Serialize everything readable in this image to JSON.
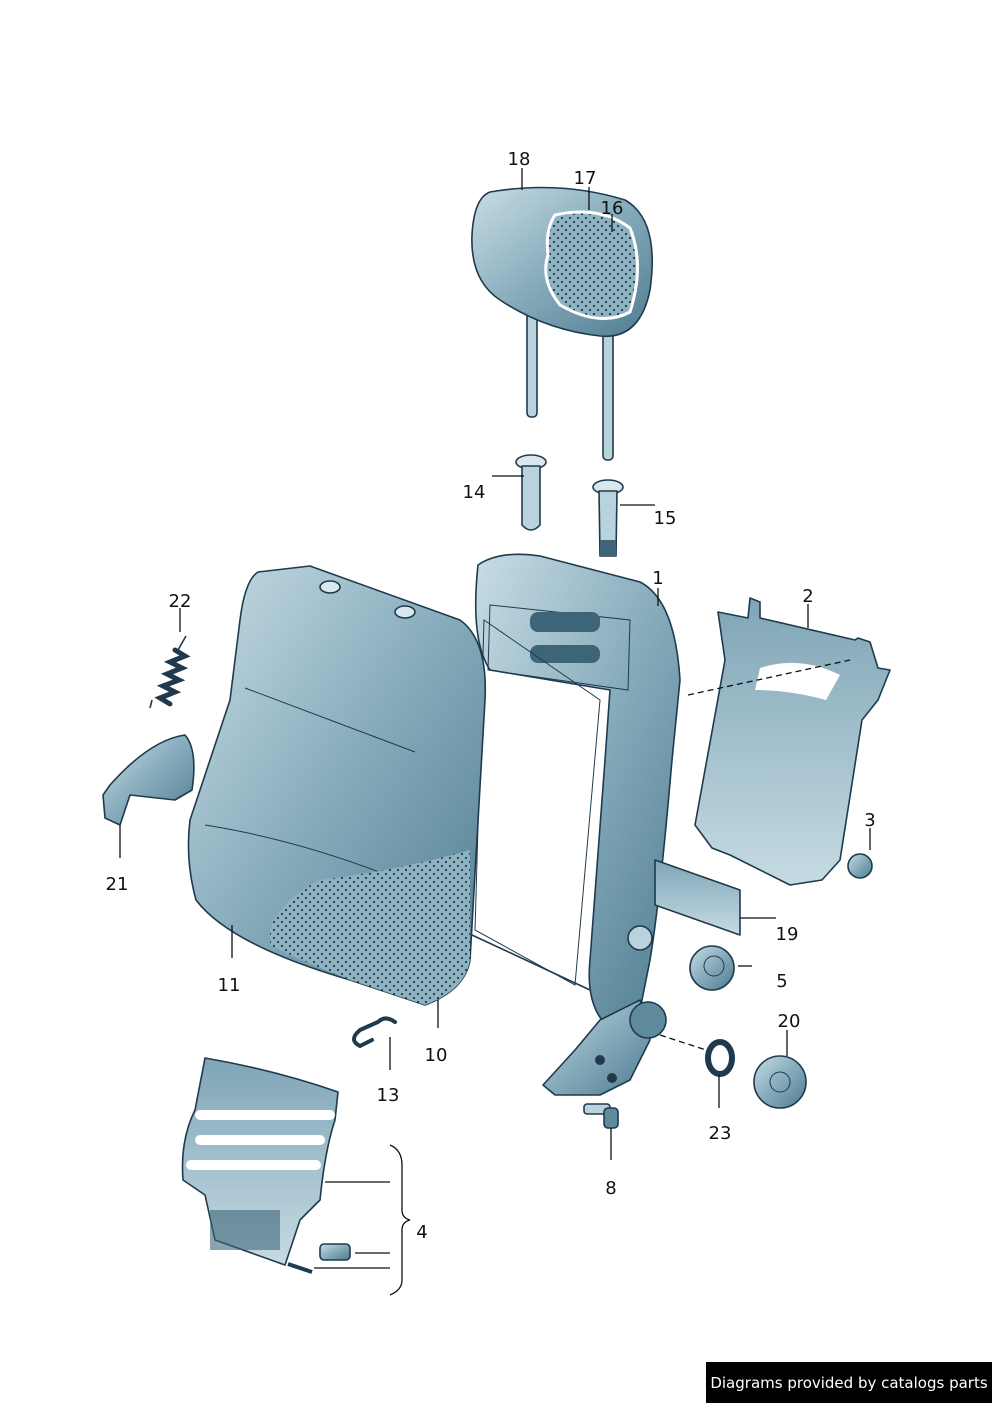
{
  "callouts": [
    "1",
    "2",
    "3",
    "4",
    "5",
    "8",
    "10",
    "11",
    "13",
    "14",
    "15",
    "16",
    "17",
    "18",
    "19",
    "20",
    "21",
    "22",
    "23"
  ],
  "credit": "Diagrams provided by catalogs parts",
  "colors": {
    "part_light": "#b9d3dc",
    "part_mid": "#8fb2c0",
    "part_dark": "#5f8a9c",
    "outline": "#1e3a4c",
    "credit_bg": "#000000"
  }
}
